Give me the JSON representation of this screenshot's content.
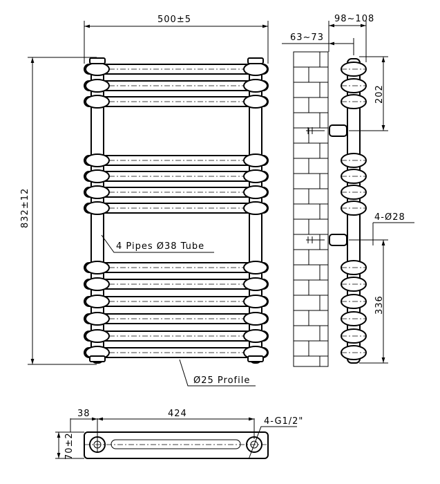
{
  "dimensions": {
    "width": "500±5",
    "height": "832±12",
    "wall_to_center": "63~73",
    "wall_to_front": "98~108",
    "top_to_bracket": "202",
    "bracket_fixing": "4-Ø28",
    "bottom_to_bracket": "336",
    "plan_offset": "38",
    "plan_centers": "424",
    "plan_depth": "70±2",
    "connection": "4-G1/2\""
  },
  "labels": {
    "pipes": "4 Pipes  Ø38 Tube",
    "profile": "Ø25 Profile"
  }
}
